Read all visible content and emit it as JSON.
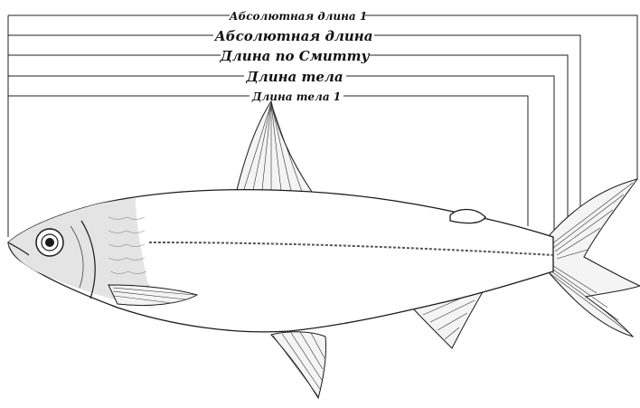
{
  "measurements": [
    {
      "label": "Абсолютная длина 1"
    },
    {
      "label": "Абсолютная длина"
    },
    {
      "label": "Длина по Смитту"
    },
    {
      "label": "Длина тела"
    },
    {
      "label": "Длина тела 1"
    }
  ]
}
